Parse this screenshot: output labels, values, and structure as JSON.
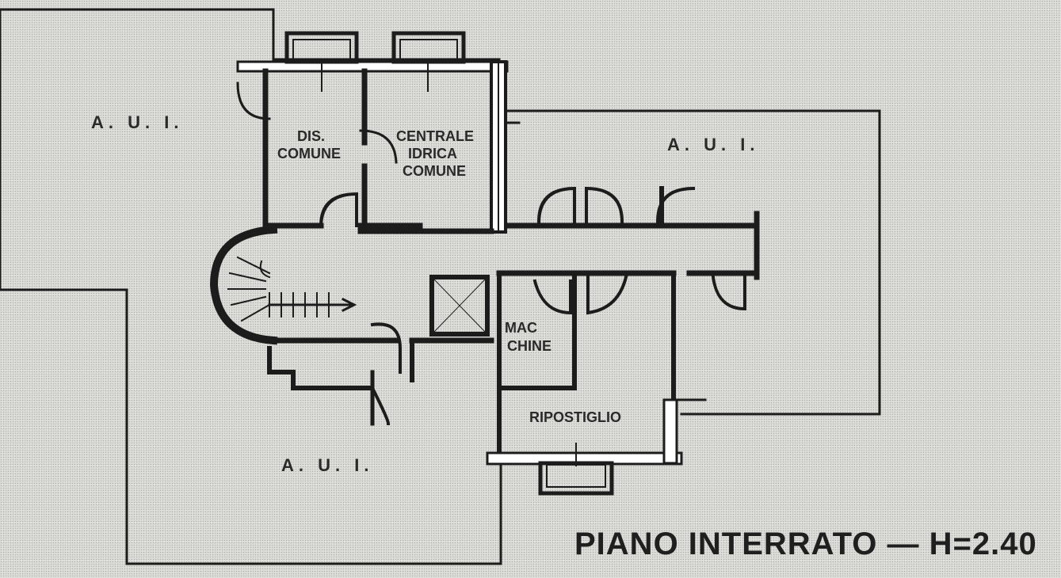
{
  "title": "PIANO  INTERRATO  —  H=2.40",
  "rooms": {
    "aui_top_left": "A. U. I.",
    "aui_top_right": "A. U. I.",
    "aui_bottom": "A. U. I.",
    "dis_line1": "DIS.",
    "dis_line2": "COMUNE",
    "centrale_line1": "CENTRALE",
    "centrale_line2": "IDRICA",
    "centrale_line3": "COMUNE",
    "macchine_line1": "MAC",
    "macchine_line2": "CHINE",
    "ripostiglio": "RIPOSTIGLIO"
  },
  "colors": {
    "paper": "#dcdcd9",
    "ink": "#1c1c1c"
  }
}
